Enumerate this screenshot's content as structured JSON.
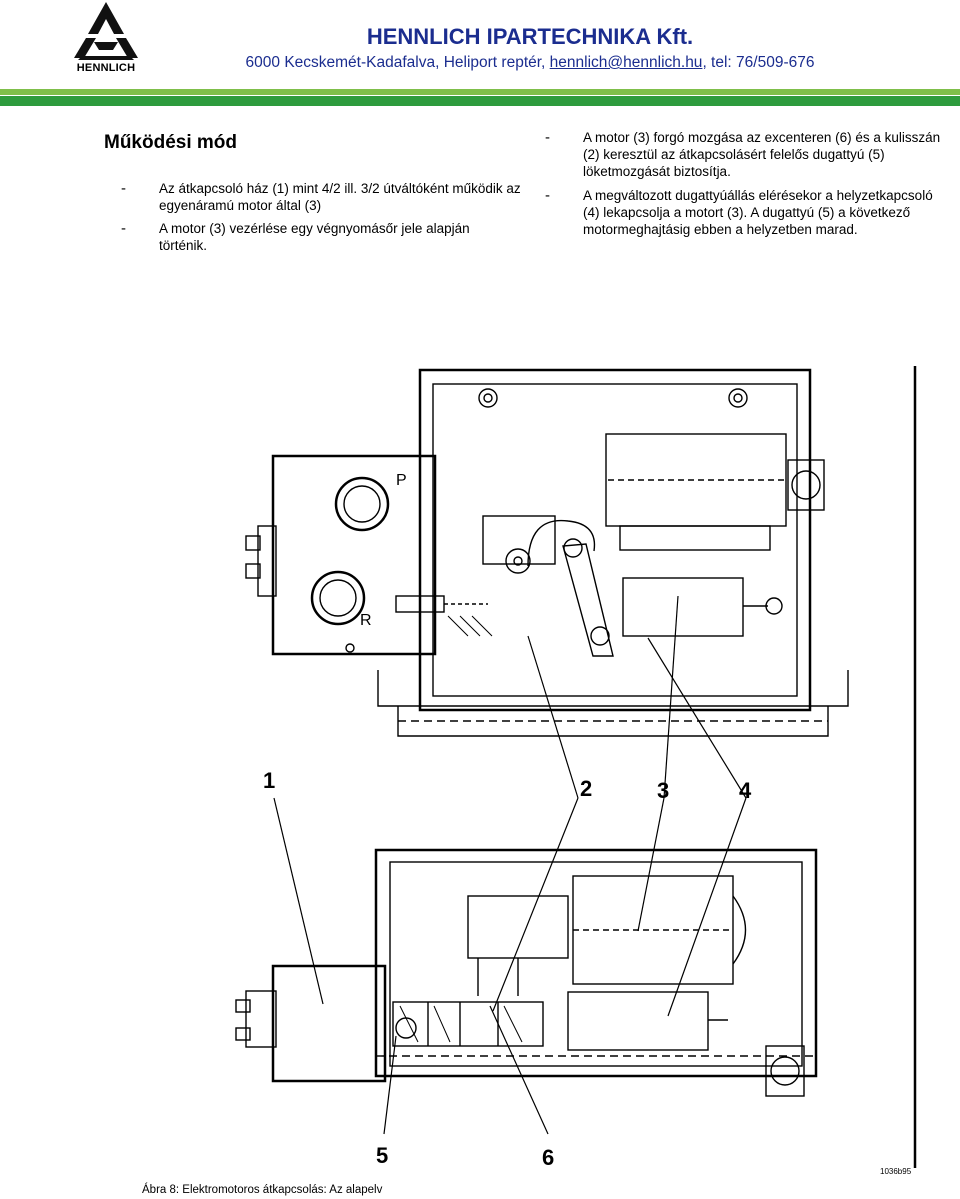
{
  "header": {
    "logo_text": "HENNLICH",
    "company": "HENNLICH IPARTECHNIKA Kft.",
    "address_pre": "6000 Kecskemét-Kadafalva, Heliport reptér, ",
    "email": "hennlich@hennlich.hu",
    "address_post": ", tel: 76/509-676",
    "bar_colors": [
      "#7fbf4a",
      "#2e9b3d"
    ]
  },
  "section": {
    "title": "Működési mód",
    "left_bullets": [
      [
        "Az átkapcsoló ház (1) mint 4/2 ill. 3/2 útváltóként működik az",
        "egyenáramú motor által (3)"
      ],
      [
        "A motor (3) vezérlése egy végnyomásőr jele alapján történik."
      ]
    ],
    "right_bullets": [
      [
        "A motor (3) forgó mozgása az excenteren (6) és a kulisszán",
        "(2) keresztül az átkapcsolásért felelős dugattyú (5)",
        "löketmozgását biztosítja."
      ],
      [
        "A megváltozott dugattyúállás elérésekor a helyzetkapcsoló",
        "(4) lekapcsolja a motort (3). A dugattyú (5) a következő",
        "motormeghajtásig ebben a helyzetben marad."
      ]
    ],
    "dash": "-"
  },
  "drawing": {
    "port_labels": [
      "P",
      "R"
    ],
    "callouts": [
      "1",
      "2",
      "3",
      "4",
      "5",
      "6"
    ]
  },
  "caption": "Ábra 8: Elektromotoros átkapcsolás: Az alapelv",
  "drawing_code": "1036b95"
}
